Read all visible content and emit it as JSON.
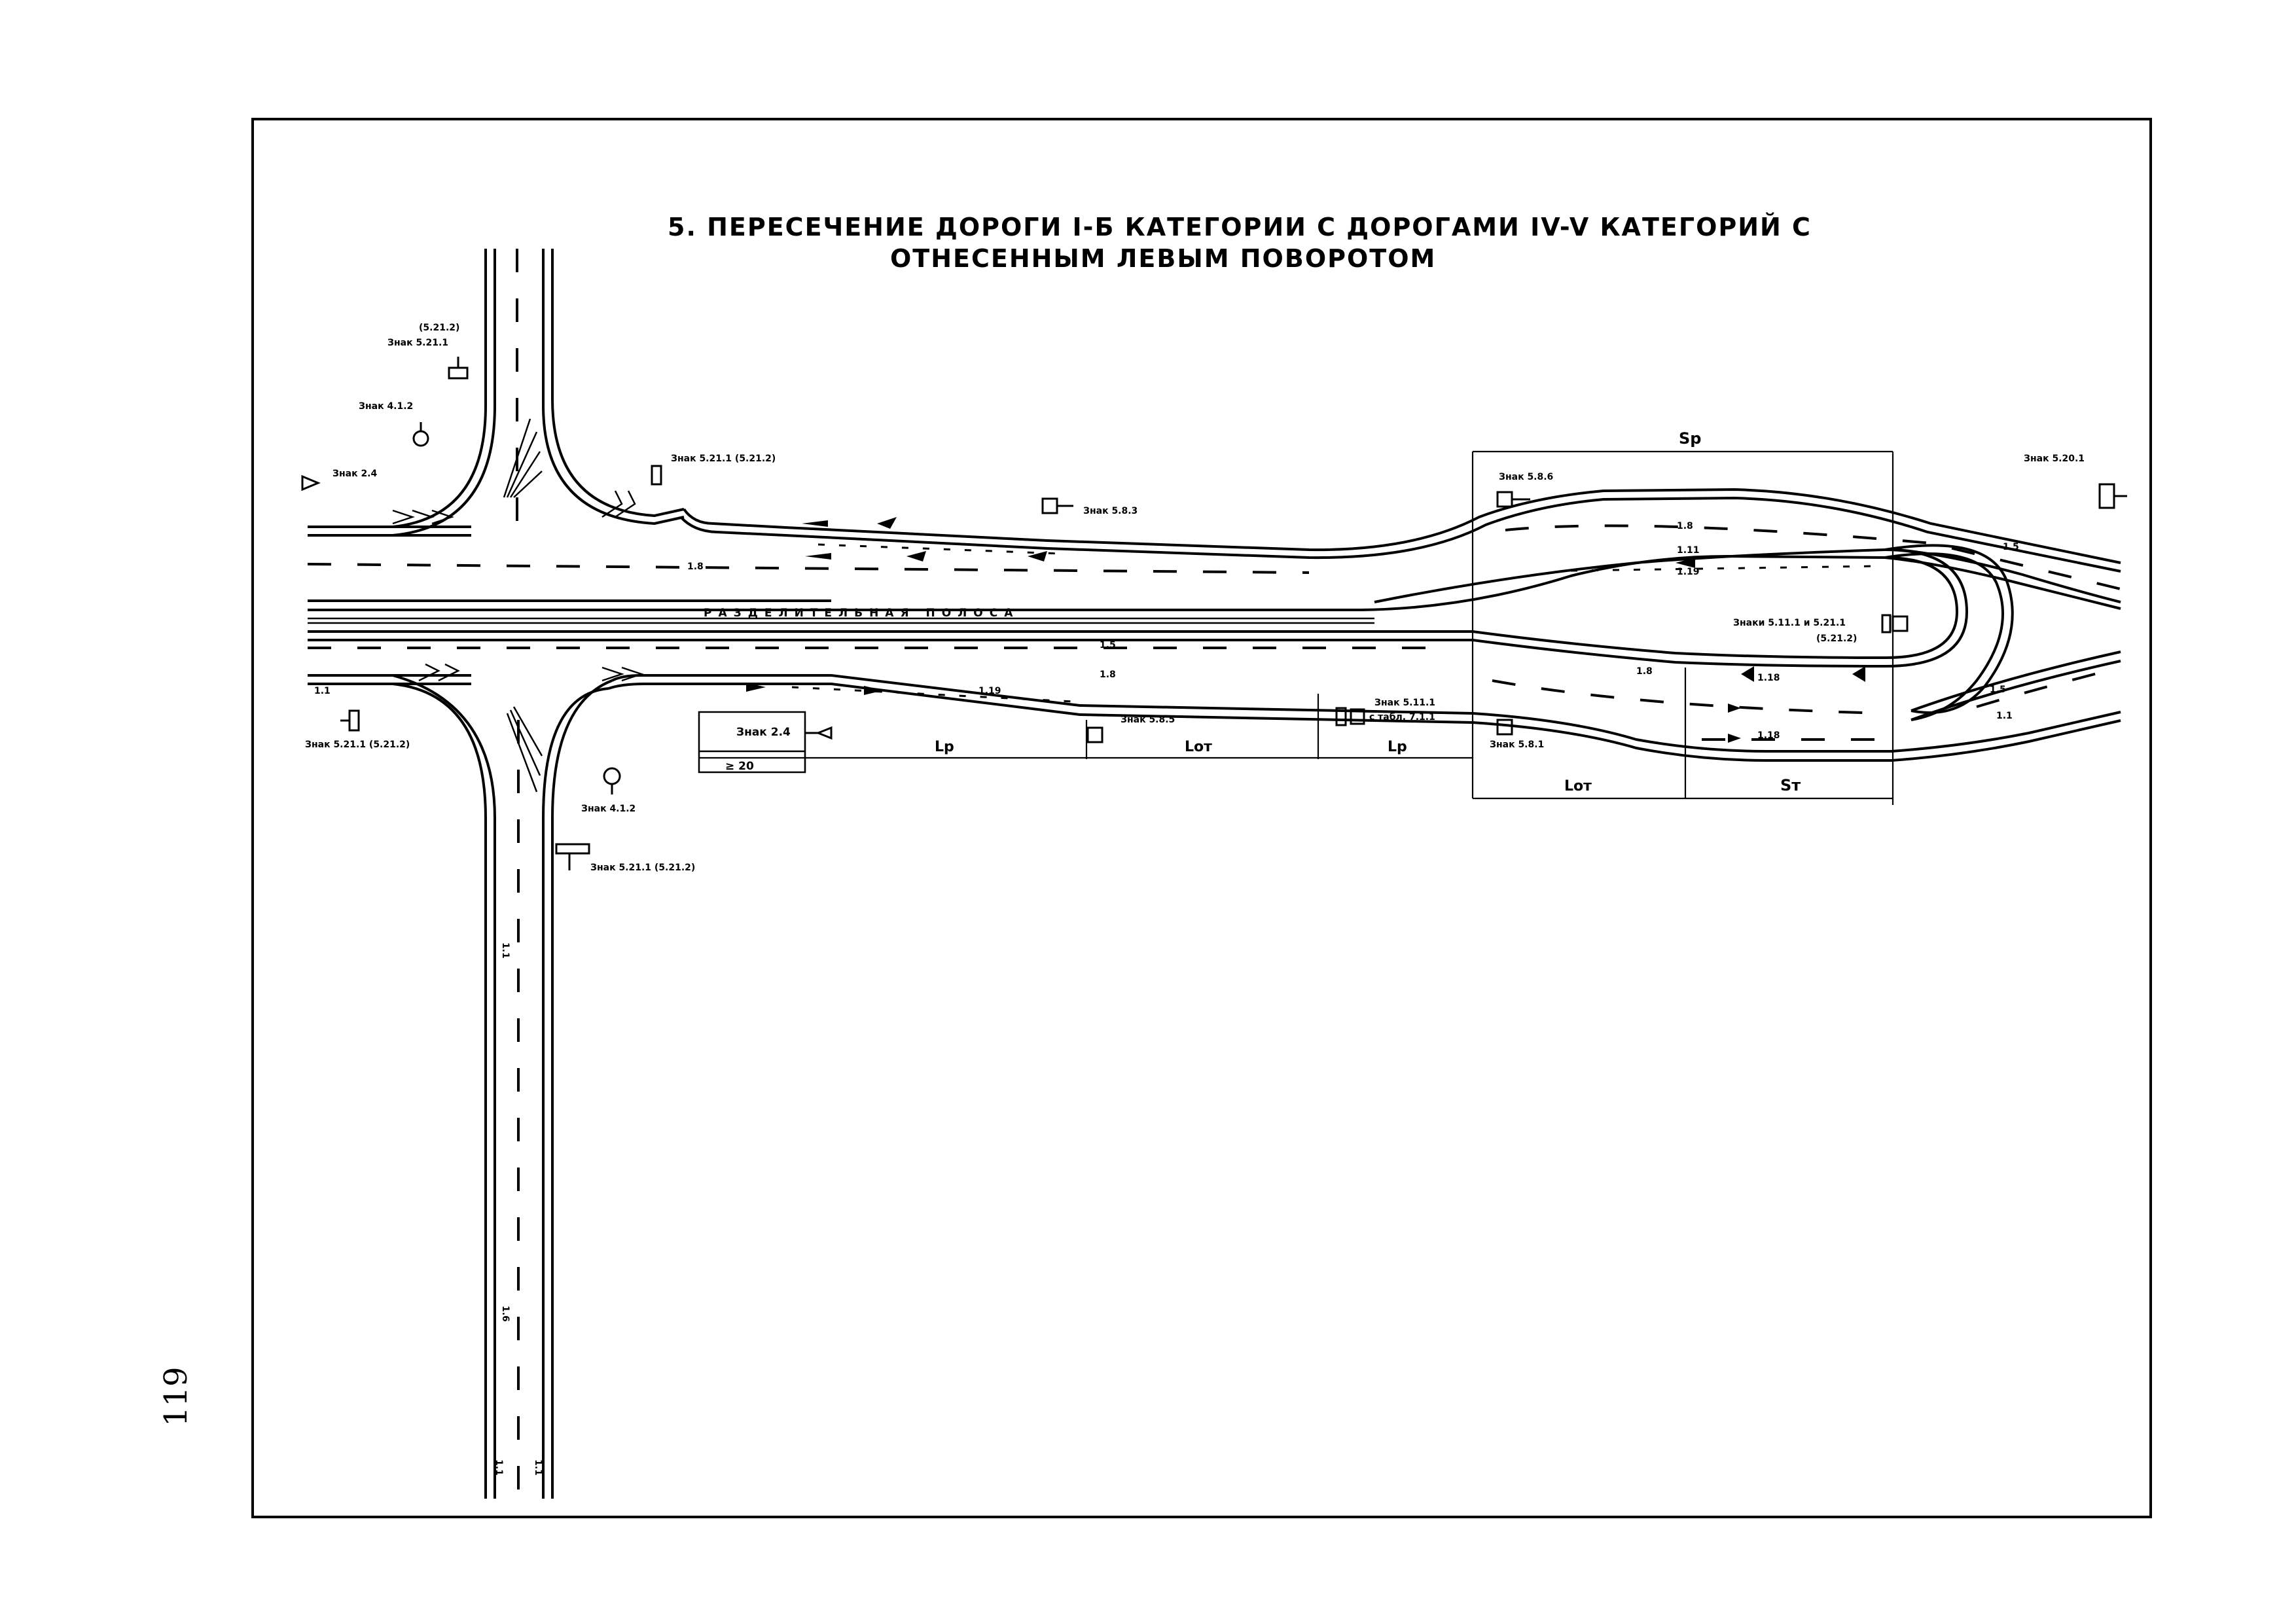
{
  "title": {
    "line1": "5. ПЕРЕСЕЧЕНИЕ ДОРОГИ I-Б КАТЕГОРИИ С ДОРОГАМИ IV-V КАТЕГОРИЙ С",
    "line2": "ОТНЕСЕННЫМ ЛЕВЫМ ПОВОРОТОМ"
  },
  "median_label": "РАЗДЕЛИТЕЛЬНАЯ ПОЛОСА",
  "page_number": "119",
  "signs": {
    "s_5212_top": "(5.21.2)",
    "s_5211_top": "Знак 5.21.1",
    "s_412_top": "Знак 4.1.2",
    "s_24_top": "Знак 2.4",
    "s_5211_mid": "Знак 5.21.1 (5.21.2)",
    "s_583": "Знак 5.8.3",
    "s_586": "Знак 5.8.6",
    "s_5201": "Знак 5.20.1",
    "s_right_pair": "Знаки 5.11.1 и 5.21.1",
    "s_right_pair2": "(5.21.2)",
    "s_5211_left": "Знак 5.21.1 (5.21.2)",
    "s_24_bottom": "Знак 2.4",
    "s_585": "Знак 5.8.5",
    "s_5111": "Знак 5.11.1",
    "s_5111_tab": "с табл. 7.1.1",
    "s_581": "Знак 5.8.1",
    "s_412_bottom": "Знак 4.1.2",
    "s_5211_bottom": "Знак 5.21.1 (5.21.2)"
  },
  "markings": {
    "m18_left": "1.8",
    "m18_top_right": "1.8",
    "m111": "1.11",
    "m119_top": "1.19",
    "m15_center": "1.5",
    "m18_center": "1.8",
    "m119_bottom": "1.19",
    "m18_lower": "1.8",
    "m118_a": "1.18",
    "m118_b": "1.18",
    "m15_right_top": "1.5",
    "m15_right_bottom": "1.5",
    "m11_right": "1.1",
    "m11_left": "1.1",
    "m11_vert_top": "1.1",
    "m16_vert": "1.6",
    "m11_vert_bottom_l": "1.1",
    "m11_vert_bottom_r": "1.1"
  },
  "dimensions": {
    "sp": "Sp",
    "st": "Sт",
    "lp1": "Lp",
    "lot1": "Lот",
    "lp2": "Lp",
    "lot2": "Lот",
    "min20": "≥ 20"
  }
}
